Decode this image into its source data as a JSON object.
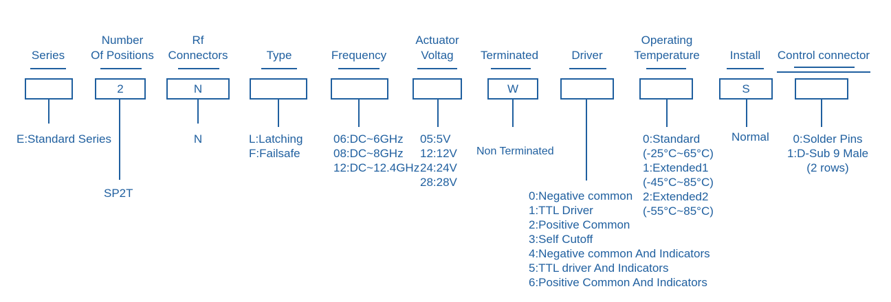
{
  "columns": [
    {
      "key": "series",
      "header": [
        "Series"
      ],
      "box": "",
      "options": [
        "E:Standard Series"
      ]
    },
    {
      "key": "positions",
      "header": [
        "Number",
        "Of Positions"
      ],
      "box": "2",
      "options": [
        "SP2T"
      ]
    },
    {
      "key": "rf",
      "header": [
        "Rf",
        "Connectors"
      ],
      "box": "N",
      "options": [
        "N"
      ]
    },
    {
      "key": "type",
      "header": [
        "Type"
      ],
      "box": "",
      "options": [
        "L:Latching",
        "F:Failsafe"
      ]
    },
    {
      "key": "frequency",
      "header": [
        "Frequency"
      ],
      "box": "",
      "options": [
        "06:DC~6GHz",
        "08:DC~8GHz",
        "12:DC~12.4GHz"
      ]
    },
    {
      "key": "actuator",
      "header": [
        "Actuator",
        "Voltag"
      ],
      "box": "",
      "options": [
        "05:5V",
        "12:12V",
        "24:24V",
        "28:28V"
      ]
    },
    {
      "key": "terminated",
      "header": [
        "Terminated"
      ],
      "box": "W",
      "options": [
        "Non Terminated"
      ]
    },
    {
      "key": "driver",
      "header": [
        "Driver"
      ],
      "box": "",
      "options": [
        "0:Negative common",
        "1:TTL Driver",
        "2:Positive Common",
        "3:Self Cutoff",
        "4:Negative common And Indicators",
        "5:TTL driver And Indicators",
        "6:Positive Common And Indicators"
      ]
    },
    {
      "key": "temperature",
      "header": [
        "Operating",
        "Temperature"
      ],
      "box": "",
      "options": [
        "0:Standard",
        "(-25°C~65°C)",
        "1:Extended1",
        "(-45°C~85°C)",
        "2:Extended2",
        "(-55°C~85°C)"
      ]
    },
    {
      "key": "install",
      "header": [
        "Install"
      ],
      "box": "S",
      "options": [
        "Normal"
      ]
    },
    {
      "key": "control",
      "header": [
        "Control connector"
      ],
      "box": "",
      "options": [
        "0:Solder Pins",
        "1:D-Sub 9 Male",
        "(2 rows)"
      ]
    }
  ]
}
